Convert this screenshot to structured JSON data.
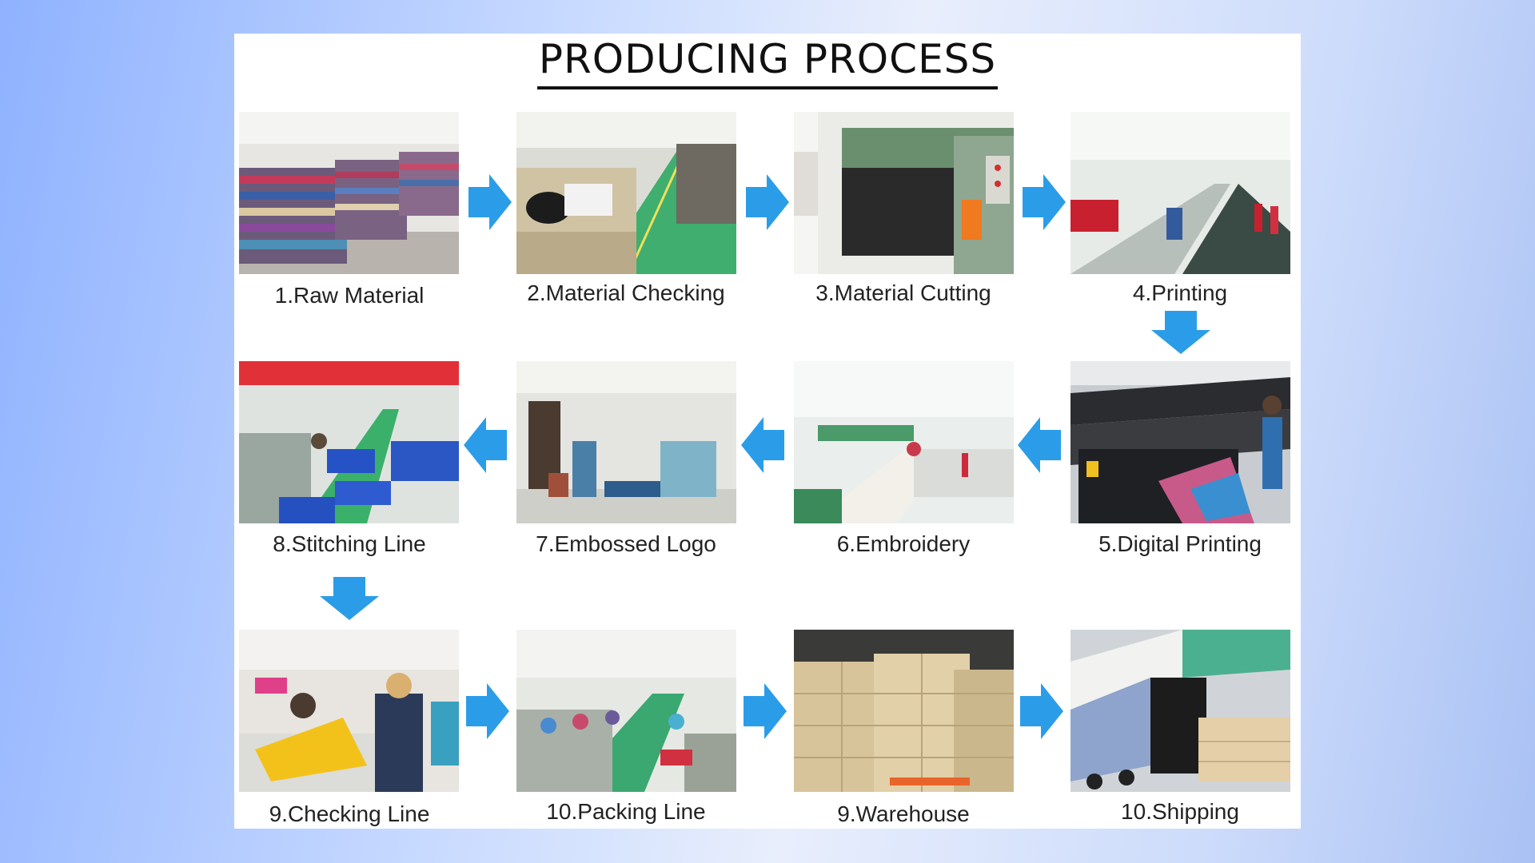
{
  "title": "PRODUCING PROCESS",
  "steps": [
    {
      "id": "raw-material",
      "label": "1.Raw Material"
    },
    {
      "id": "material-checking",
      "label": "2.Material Checking"
    },
    {
      "id": "material-cutting",
      "label": "3.Material Cutting"
    },
    {
      "id": "printing",
      "label": "4.Printing"
    },
    {
      "id": "digital-printing",
      "label": "5.Digital Printing"
    },
    {
      "id": "embroidery",
      "label": "6.Embroidery"
    },
    {
      "id": "embossed-logo",
      "label": "7.Embossed Logo"
    },
    {
      "id": "stitching-line",
      "label": "8.Stitching Line"
    },
    {
      "id": "checking-line",
      "label": "9.Checking Line"
    },
    {
      "id": "packing-line",
      "label": "10.Packing Line"
    },
    {
      "id": "warehouse",
      "label": "9.Warehouse"
    },
    {
      "id": "shipping",
      "label": "10.Shipping"
    }
  ],
  "arrow_color": "#2b9de8"
}
